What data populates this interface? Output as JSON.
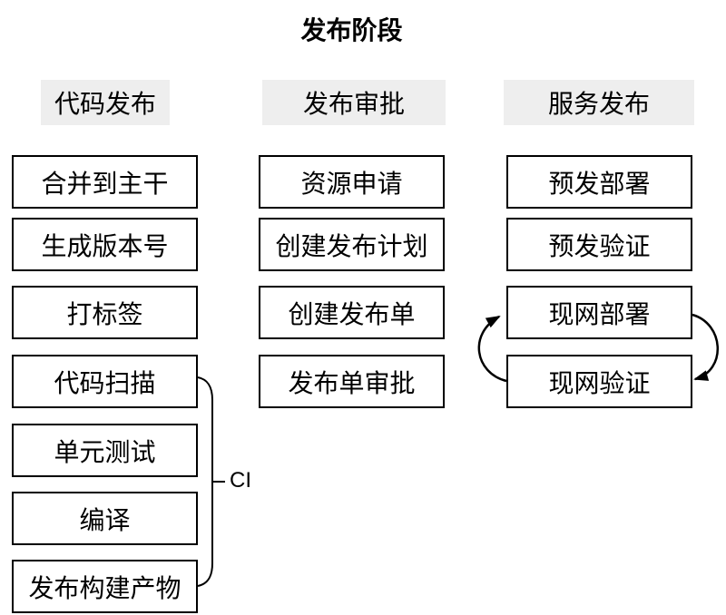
{
  "title": "发布阶段",
  "columns": [
    {
      "header": "代码发布",
      "steps": [
        "合并到主干",
        "生成版本号",
        "打标签",
        "代码扫描",
        "单元测试",
        "编译",
        "发布构建产物"
      ]
    },
    {
      "header": "发布审批",
      "steps": [
        "资源申请",
        "创建发布计划",
        "创建发布单",
        "发布单审批"
      ]
    },
    {
      "header": "服务发布",
      "steps": [
        "预发部署",
        "预发验证",
        "现网部署",
        "现网验证"
      ]
    }
  ],
  "annotations": {
    "ci_label": "CI"
  },
  "colors": {
    "background": "#ffffff",
    "header_background": "#eeeeee",
    "box_border": "#000000",
    "text": "#000000"
  }
}
